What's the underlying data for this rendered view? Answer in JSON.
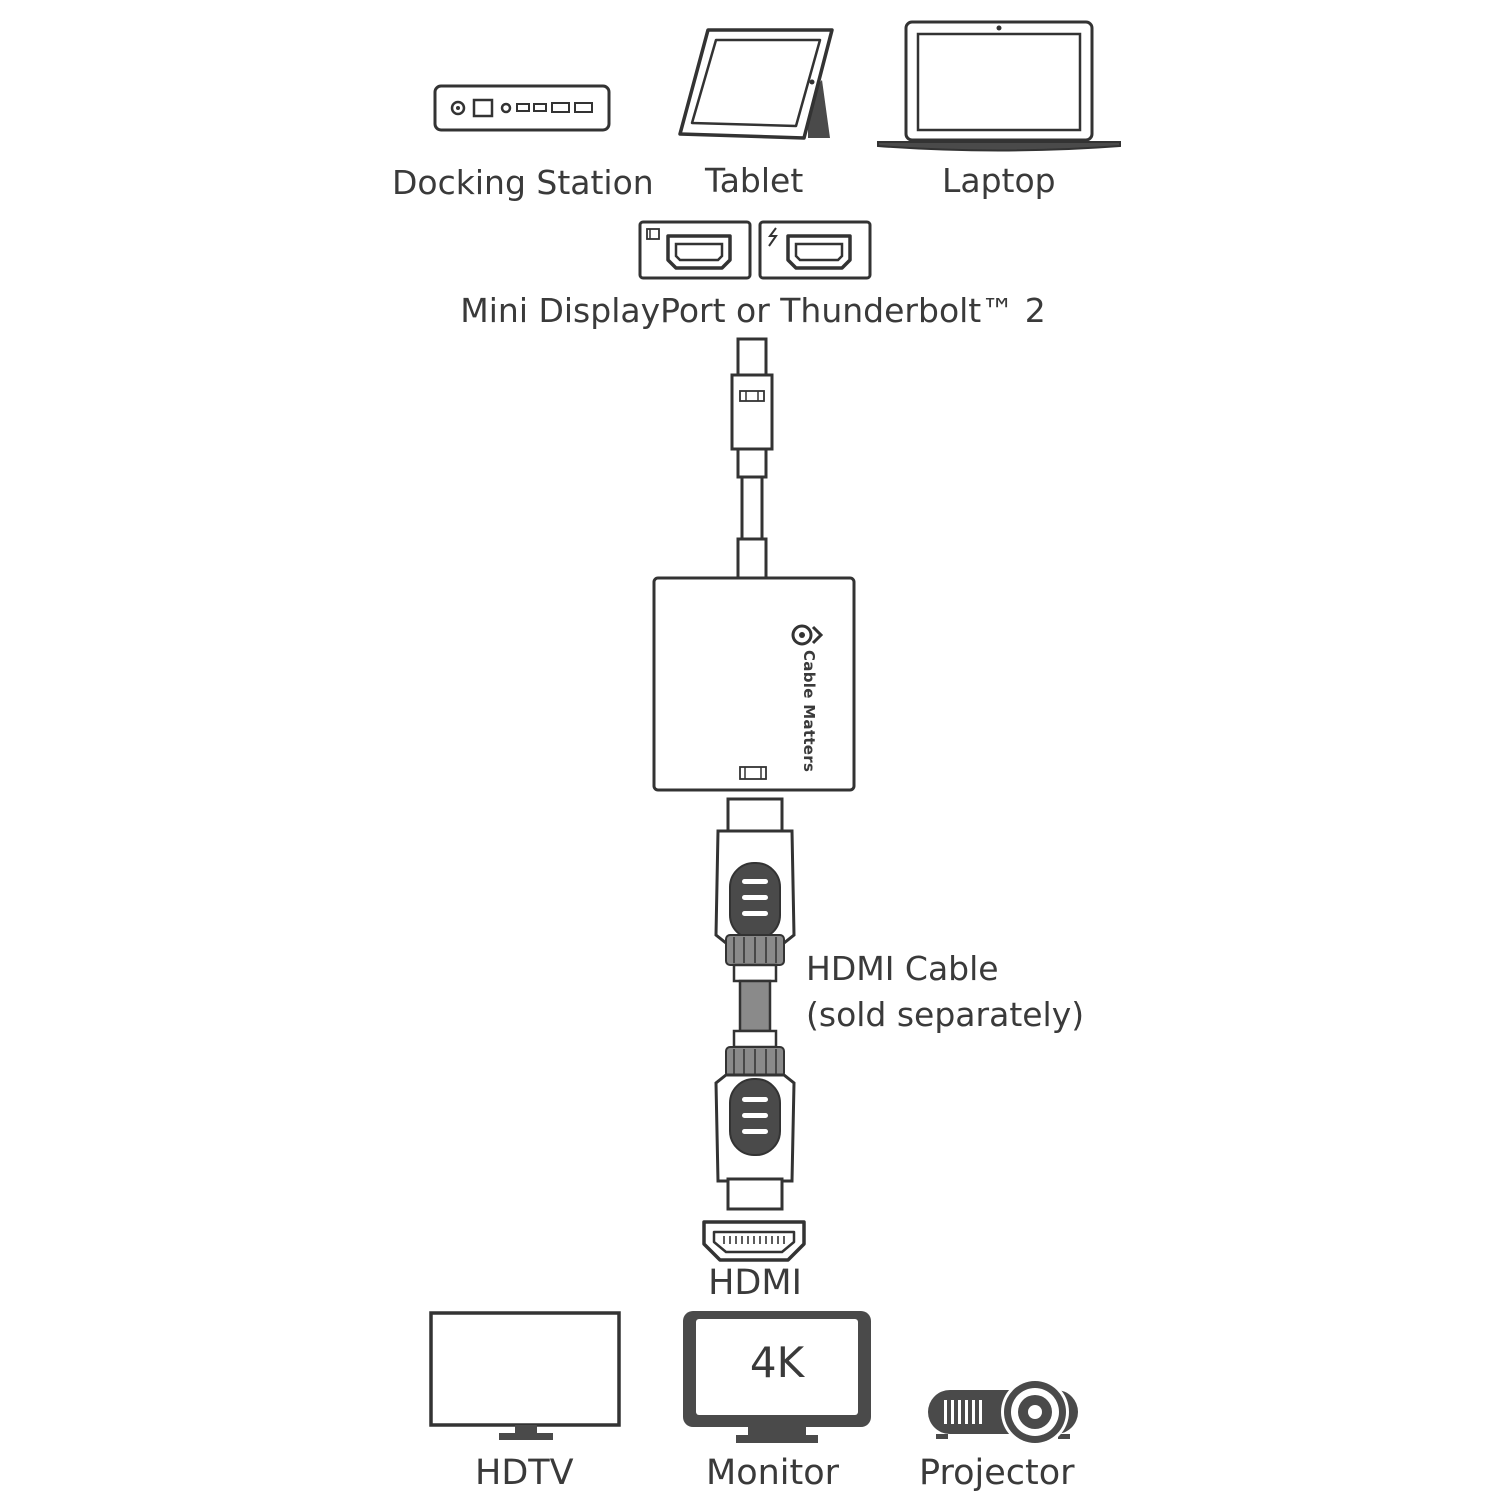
{
  "source_devices": {
    "docking_station": "Docking Station",
    "tablet": "Tablet",
    "laptop": "Laptop"
  },
  "input_ports": {
    "label": "Mini DisplayPort or Thunderbolt™ 2"
  },
  "adapter": {
    "brand": "Cable Matters"
  },
  "cable": {
    "line1": "HDMI Cable",
    "line2": "(sold separately)"
  },
  "output_port": {
    "label": "HDMI"
  },
  "display_devices": {
    "hdtv": "HDTV",
    "monitor": "Monitor",
    "monitor_badge": "4K",
    "projector": "Projector"
  },
  "colors": {
    "stroke": "#333333",
    "fill_dark": "#4a4a4a",
    "fill_mid": "#8a8a8a"
  }
}
